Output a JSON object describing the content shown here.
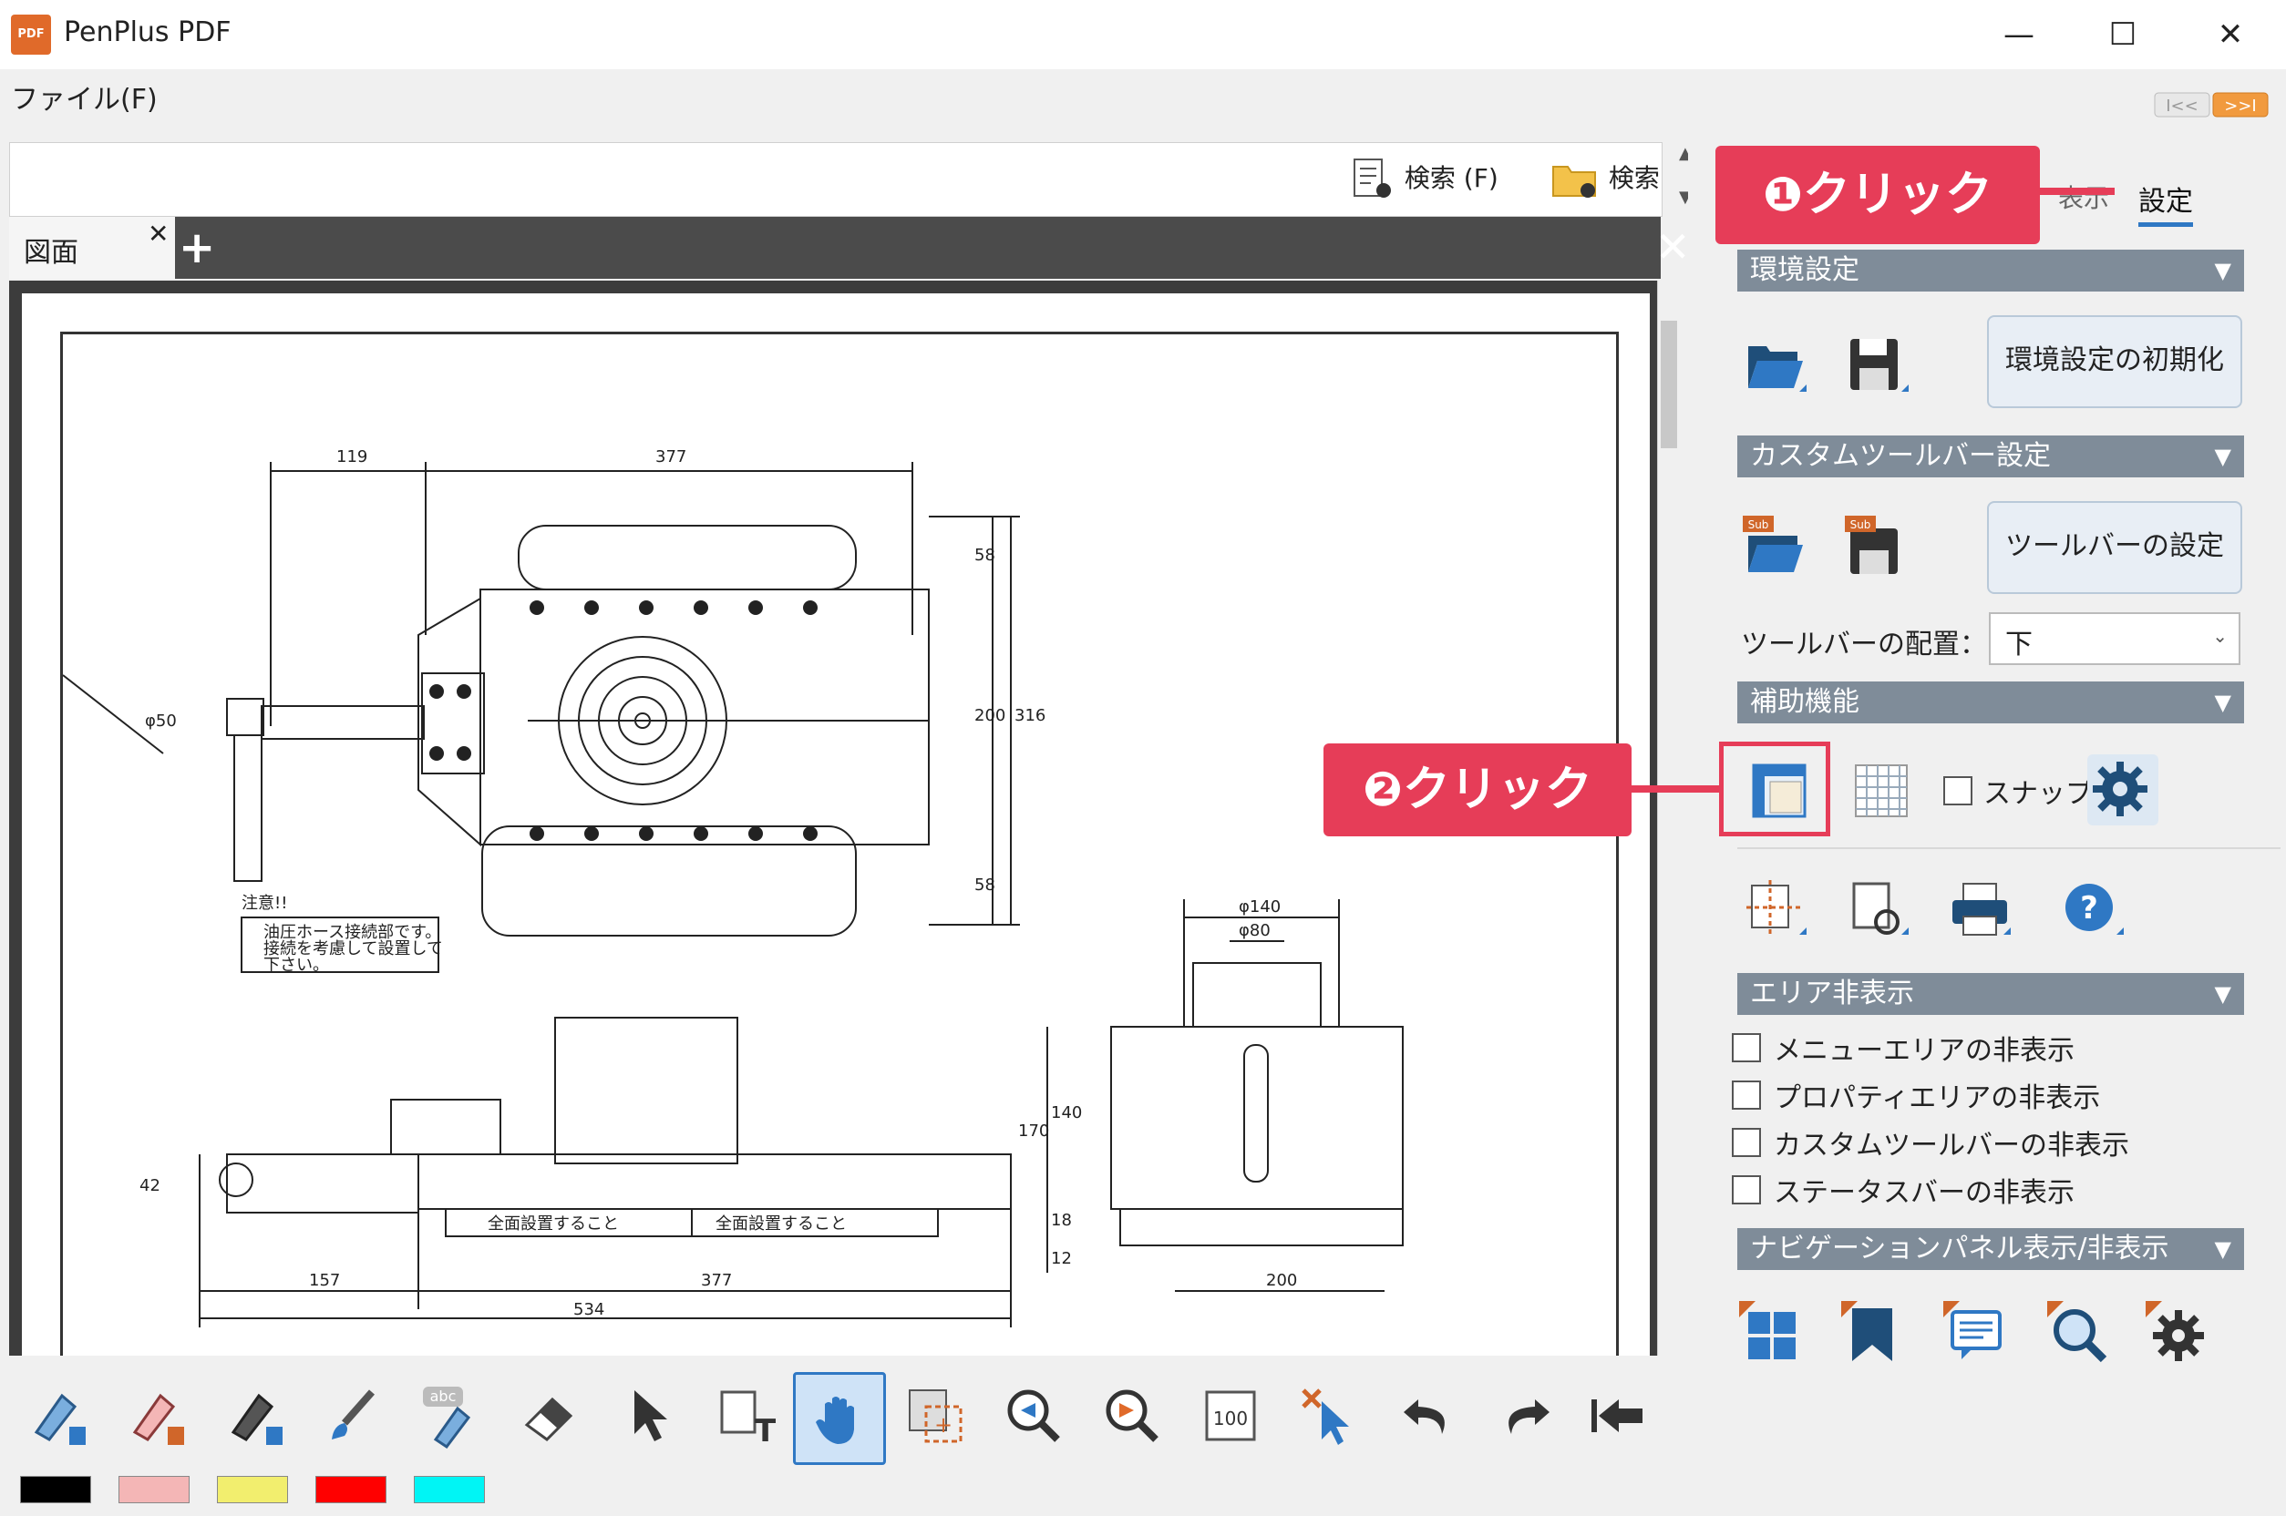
{
  "window": {
    "app_title": "PenPlus PDF",
    "app_icon_text": "PDF",
    "minimize": "—",
    "maximize": "☐",
    "close": "✕"
  },
  "menu": {
    "file": "ファイル(F)"
  },
  "search": {
    "search_file": "検索 (F)",
    "search_folder": "検索"
  },
  "tabs": {
    "active": "図面",
    "close": "✕",
    "add": "+",
    "close_all": "✕"
  },
  "drawing": {
    "dims": [
      "119",
      "377",
      "58",
      "200",
      "316",
      "58",
      "φ50",
      "φ140",
      "φ80",
      "170",
      "140",
      "18",
      "12",
      "200",
      "157",
      "377",
      "534",
      "42"
    ],
    "note_title": "注意!!",
    "note_line1": "油圧ホース接続部です。",
    "note_line2": "接続を考慮して設置して",
    "note_line3": "下さい。",
    "plate_text_1": "全面設置すること",
    "plate_text_2": "全面設置すること"
  },
  "bottom_toolbar": {
    "tools": [
      "marker-1-icon",
      "marker-2-icon",
      "marker-3-icon",
      "brush-icon",
      "text-highlight-icon",
      "eraser-icon",
      "select-arrow-icon",
      "text-tool-icon",
      "hand-icon",
      "area-select-icon",
      "page-prev-icon",
      "page-next-icon",
      "zoom-100-icon",
      "cursor-delete-icon",
      "undo-icon",
      "redo-icon",
      "first-page-icon"
    ],
    "text_highlight_label": "abc",
    "zoom_label": "100",
    "swatches": [
      "#000000",
      "#f4b6b6",
      "#f2ee6e",
      "#ff0000",
      "#00f5f5"
    ]
  },
  "right_panel": {
    "tab_display": "表示",
    "tab_settings": "設定",
    "env_section": "環境設定",
    "env_reset_button": "環境設定の初期化",
    "custom_toolbar_section": "カスタムツールバー設定",
    "toolbar_settings_button": "ツールバーの設定",
    "sub_badge": "Sub",
    "toolbar_position_label": "ツールバーの配置：",
    "toolbar_position_value": "下",
    "assist_section": "補助機能",
    "snap_label": "スナップ",
    "area_hide_section": "エリア非表示",
    "checkboxes": [
      "メニューエリアの非表示",
      "プロパティエリアの非表示",
      "カスタムツールバーの非表示",
      "ステータスバーの非表示"
    ],
    "nav_section": "ナビゲーションパネル表示/非表示"
  },
  "callouts": {
    "step1": "❶クリック",
    "step2": "❷クリック"
  },
  "colors": {
    "accent": "#e63d58",
    "section_bg": "#7f8c99",
    "selection": "#2f78c4"
  }
}
